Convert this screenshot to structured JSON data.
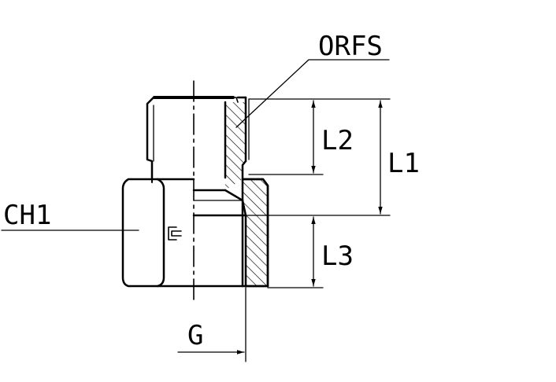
{
  "labels": {
    "orfs": "ORFS",
    "l1": "L1",
    "l2": "L2",
    "l3": "L3",
    "ch1": "CH1",
    "g": "G"
  },
  "colors": {
    "line": "#000000",
    "background": "#ffffff"
  }
}
